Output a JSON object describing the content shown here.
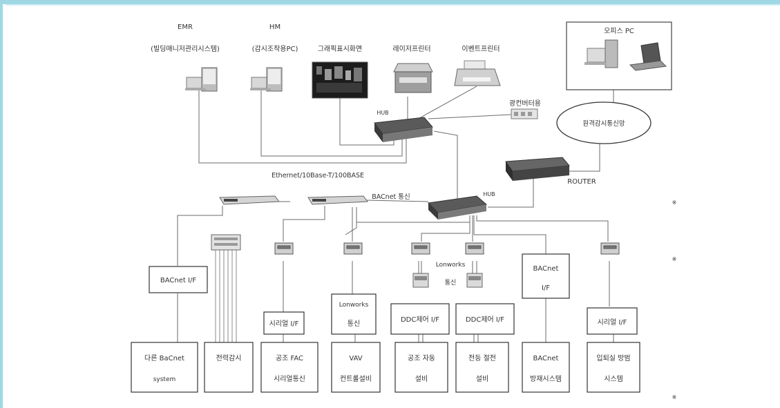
{
  "labels": {
    "emr_title": "EMR",
    "emr_sub": "(빌딩매니저관리시스템)",
    "hm_title": "HM",
    "hm_sub": "(감시조작용PC)",
    "graphic_panel": "그래픽표시화면",
    "laser_printer": "레이저프린터",
    "event_printer": "이벤트프린터",
    "office_pc": "오피스 PC",
    "hub_top": "HUB",
    "media_converter": "광컨버터용",
    "internal_network": "원격감시통신망",
    "ethernet": "Ethernet/10Base-T/100BASE",
    "router": "ROUTER",
    "bacnet_comm": "BACnet 통신",
    "hub_mid": "HUB",
    "lonworks_comm_a": "Lonworks",
    "lonworks_comm_b": "통신",
    "bacnet_if": "BACnet I/F",
    "serial_if_1": "시리얼 I/F",
    "lonworks_box_a": "Lonworks",
    "lonworks_box_b": "통신",
    "ddc_if_1": "DDC제어 I/F",
    "ddc_if_2": "DDC제어 I/F",
    "bacnet_if_r_a": "BACnet",
    "bacnet_if_r_b": "I/F",
    "serial_if_2": "시리얼 I/F",
    "b1_a": "다른 BaCnet",
    "b1_b": "system",
    "b2_a": "전력감시",
    "b3_a": "공조 FAC",
    "b3_b": "시리얼통신",
    "b4_a": "VAV",
    "b4_b": "컨트롤설비",
    "b5_a": "공조 자동",
    "b5_b": "설비",
    "b6_a": "전등 절전",
    "b6_b": "설비",
    "b7_a": "BACnet",
    "b7_b": "방재시스템",
    "b8_a": "입퇴실 방범",
    "b8_b": "시스템",
    "mark_r1": "※",
    "mark_r2": "※",
    "mark_b": "※"
  }
}
